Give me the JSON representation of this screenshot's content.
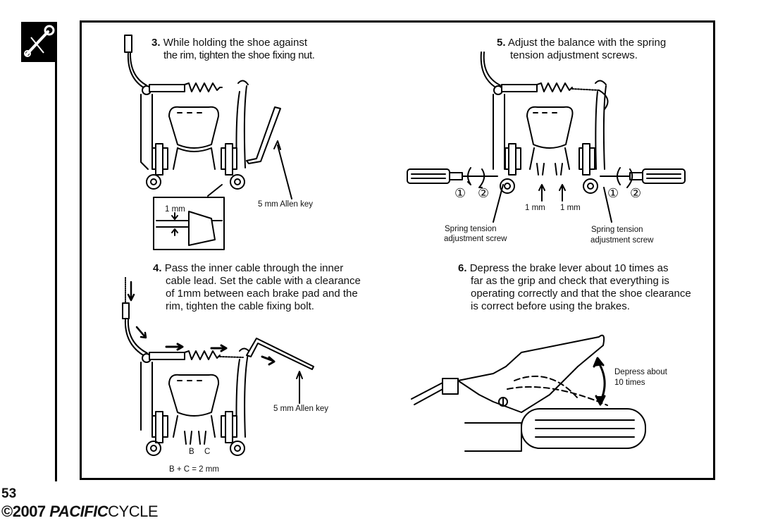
{
  "page": {
    "number": "53",
    "copyright_symbol": "©",
    "copyright_year": "2007",
    "brand_bold": "PACIFIC",
    "brand_light": "CYCLE",
    "icon": "wrench-icon"
  },
  "steps": [
    {
      "num": "3.",
      "lines": [
        "While holding the shoe against",
        "the rim, tighten the shoe fixing nut."
      ]
    },
    {
      "num": "5.",
      "lines": [
        "Adjust the balance with the spring",
        "tension adjustment screws."
      ]
    },
    {
      "num": "4.",
      "lines": [
        "Pass the inner cable through the inner",
        "cable lead.  Set the cable with a clearance",
        "of 1mm between each brake pad and the",
        "rim, tighten the cable fixing bolt."
      ]
    },
    {
      "num": "6.",
      "lines": [
        "Depress the brake lever about 10 times as",
        "far as the grip and check that everything is",
        "operating correctly and that the shoe clearance",
        "is correct before using the brakes."
      ]
    }
  ],
  "labels": {
    "allen_key_1": "5 mm Allen key",
    "allen_key_2": "5 mm Allen key",
    "clearance_1mm": "1 mm",
    "gap_left": "1 mm",
    "gap_right": "1 mm",
    "spring_left_1": "Spring tension",
    "spring_left_2": "adjustment screw",
    "spring_right_1": "Spring tension",
    "spring_right_2": "adjustment screw",
    "circle_one_left": "①",
    "circle_two_left": "②",
    "circle_one_right": "①",
    "circle_two_right": "②",
    "gap_b": "B",
    "gap_c": "C",
    "formula": "B + C = 2 mm",
    "depress_1": "Depress about",
    "depress_2": "10 times"
  }
}
